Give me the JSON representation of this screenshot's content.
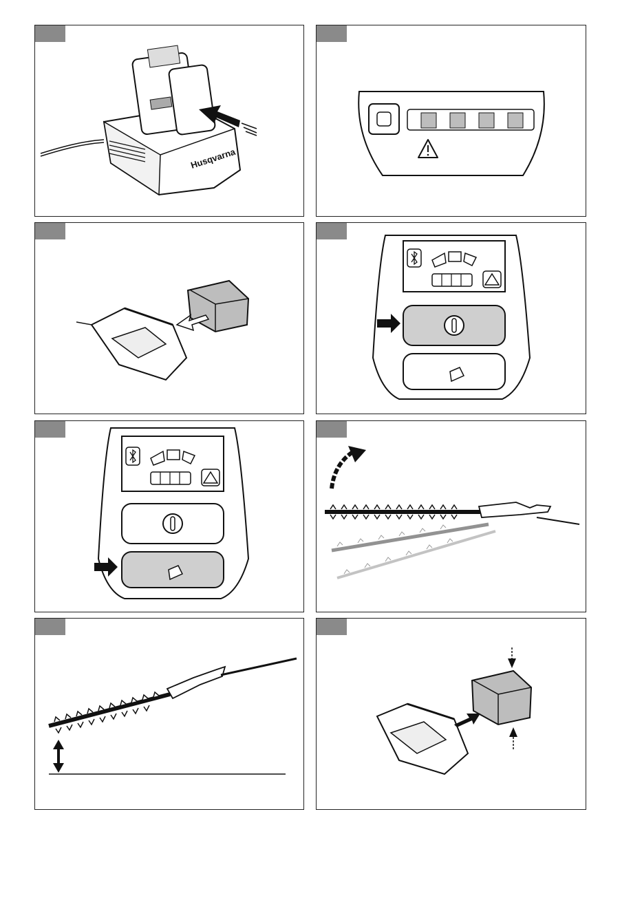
{
  "page": {
    "title": ""
  },
  "panels": [
    {
      "id": "charger",
      "tag": ""
    },
    {
      "id": "battery-indicator",
      "tag": ""
    },
    {
      "id": "battery-removal",
      "tag": ""
    },
    {
      "id": "power-button",
      "tag": ""
    },
    {
      "id": "angle-button",
      "tag": ""
    },
    {
      "id": "blade-angle",
      "tag": ""
    },
    {
      "id": "cutting-height",
      "tag": ""
    },
    {
      "id": "battery-insert",
      "tag": ""
    }
  ],
  "charger": {
    "brand": "Husqvarna"
  },
  "icons": {
    "bluetooth": "bluetooth-icon",
    "warning": "warning-icon",
    "power": "power-icon",
    "angle": "angle-icon",
    "arrow": "arrow-icon"
  },
  "colors": {
    "tag": "#8a8a8a",
    "button_fill": "#cfcfcf",
    "led_fill": "#bdbdbd",
    "line": "#111111"
  }
}
